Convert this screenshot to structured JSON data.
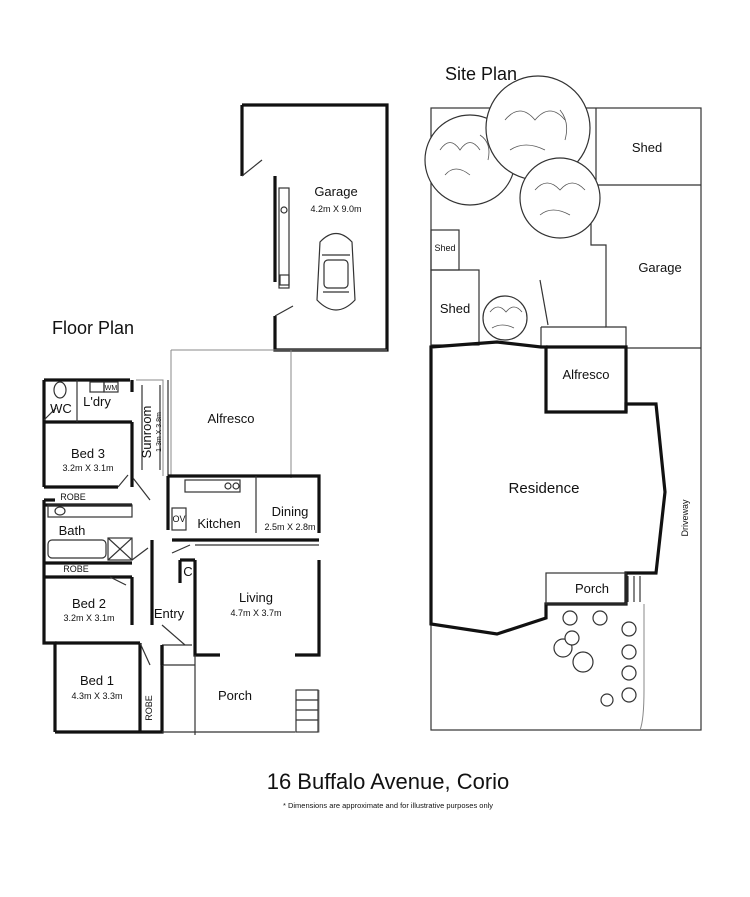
{
  "floor_plan": {
    "title": "Floor Plan",
    "rooms": {
      "garage": {
        "name": "Garage",
        "dims": "4.2m X 9.0m"
      },
      "alfresco": {
        "name": "Alfresco"
      },
      "sunroom": {
        "name": "Sunroom",
        "dims": "1.3m X 3.8m"
      },
      "wc": {
        "name": "WC"
      },
      "laundry": {
        "name": "L'dry",
        "appliance": "WM"
      },
      "bed3": {
        "name": "Bed 3",
        "dims": "3.2m X 3.1m"
      },
      "robe_bed3": {
        "name": "ROBE"
      },
      "kitchen": {
        "name": "Kitchen",
        "oven": "OV"
      },
      "dining": {
        "name": "Dining",
        "dims": "2.5m X 2.8m"
      },
      "bath": {
        "name": "Bath"
      },
      "robe_bed2": {
        "name": "ROBE"
      },
      "cupboard": {
        "name": "C"
      },
      "bed2": {
        "name": "Bed 2",
        "dims": "3.2m X 3.1m"
      },
      "living": {
        "name": "Living",
        "dims": "4.7m X 3.7m"
      },
      "entry": {
        "name": "Entry"
      },
      "bed1": {
        "name": "Bed 1",
        "dims": "4.3m X 3.3m"
      },
      "robe_bed1": {
        "name": "ROBE"
      },
      "porch": {
        "name": "Porch"
      }
    }
  },
  "site_plan": {
    "title": "Site Plan",
    "labels": {
      "shed_top": "Shed",
      "shed_small": "Shed",
      "shed_left": "Shed",
      "garage": "Garage",
      "alfresco": "Alfresco",
      "residence": "Residence",
      "driveway": "Driveway",
      "porch": "Porch"
    }
  },
  "address": "16 Buffalo Avenue, Corio",
  "disclaimer": "* Dimensions are approximate and for illustrative purposes only"
}
